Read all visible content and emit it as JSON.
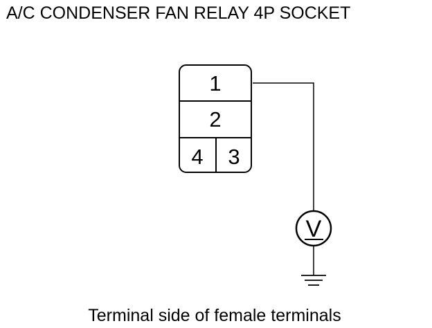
{
  "title": "A/C CONDENSER FAN RELAY 4P SOCKET",
  "caption": "Terminal side of female terminals",
  "connector": {
    "terminals": {
      "t1": "1",
      "t2": "2",
      "t3": "3",
      "t4": "4"
    }
  },
  "meter": {
    "symbol": "V",
    "icon": "voltmeter-icon"
  },
  "ground": {
    "icon": "ground-icon"
  },
  "colors": {
    "line": "#000000",
    "background": "#ffffff"
  }
}
